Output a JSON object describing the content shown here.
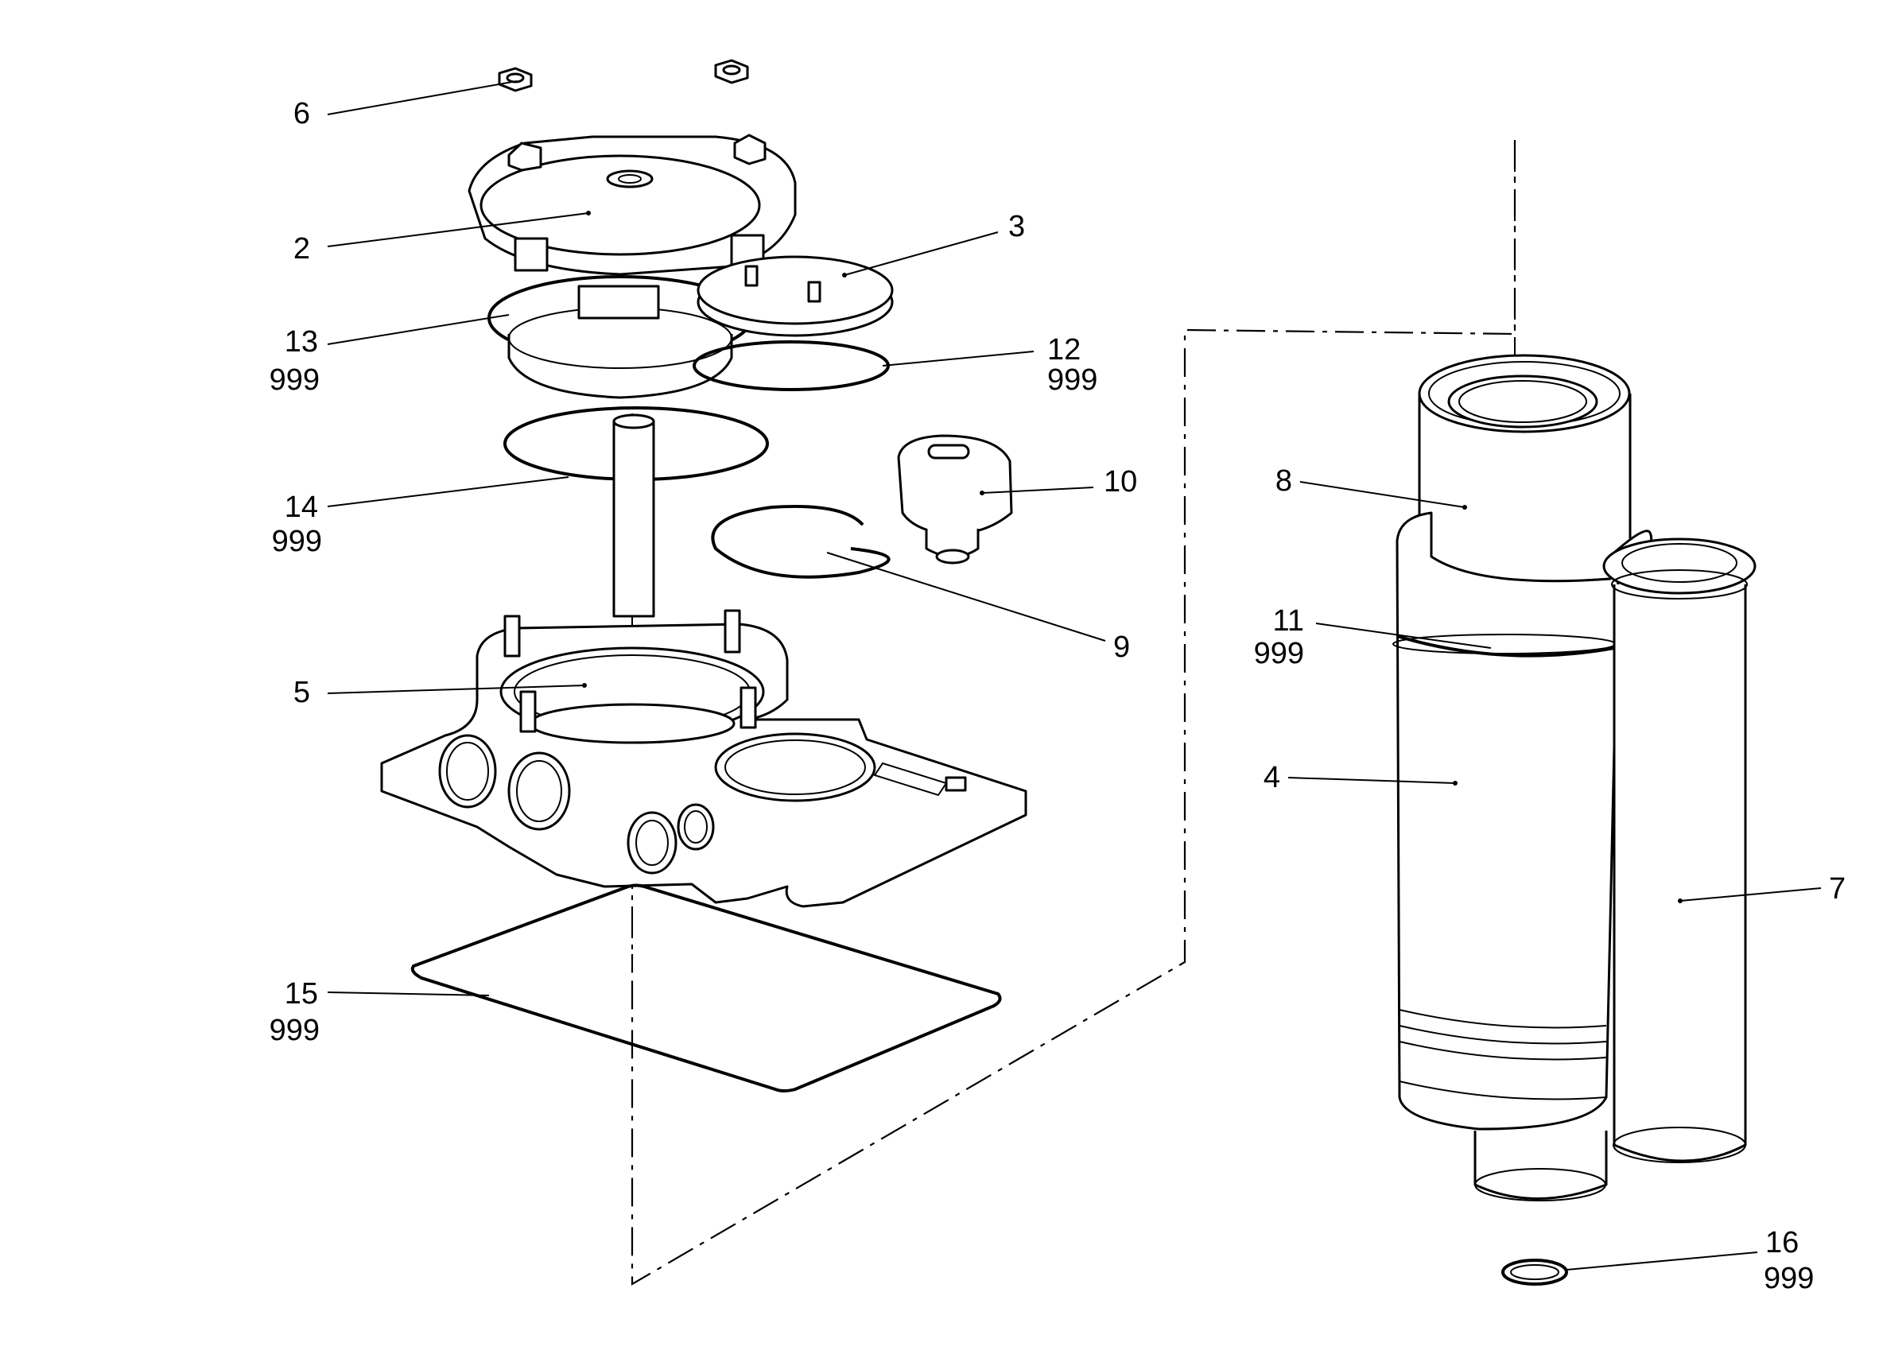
{
  "callouts": [
    {
      "id": "6",
      "lines": [
        "6"
      ]
    },
    {
      "id": "2",
      "lines": [
        "2"
      ]
    },
    {
      "id": "3",
      "lines": [
        "3"
      ]
    },
    {
      "id": "13",
      "lines": [
        "13",
        "999"
      ]
    },
    {
      "id": "12",
      "lines": [
        "12",
        "999"
      ]
    },
    {
      "id": "10",
      "lines": [
        "10"
      ]
    },
    {
      "id": "14",
      "lines": [
        "14",
        "999"
      ]
    },
    {
      "id": "9",
      "lines": [
        "9"
      ]
    },
    {
      "id": "5",
      "lines": [
        "5"
      ]
    },
    {
      "id": "15",
      "lines": [
        "15",
        "999"
      ]
    },
    {
      "id": "8",
      "lines": [
        "8"
      ]
    },
    {
      "id": "11",
      "lines": [
        "11",
        "999"
      ]
    },
    {
      "id": "4",
      "lines": [
        "4"
      ]
    },
    {
      "id": "7",
      "lines": [
        "7"
      ]
    },
    {
      "id": "16",
      "lines": [
        "16",
        "999"
      ]
    }
  ],
  "parts": [
    "nut",
    "cover",
    "plug-cap",
    "o-ring",
    "seal-ring",
    "indicator",
    "snap-ring",
    "housing",
    "gasket",
    "filter-element-inner",
    "filter-element-outer",
    "filter-element",
    "washer"
  ]
}
